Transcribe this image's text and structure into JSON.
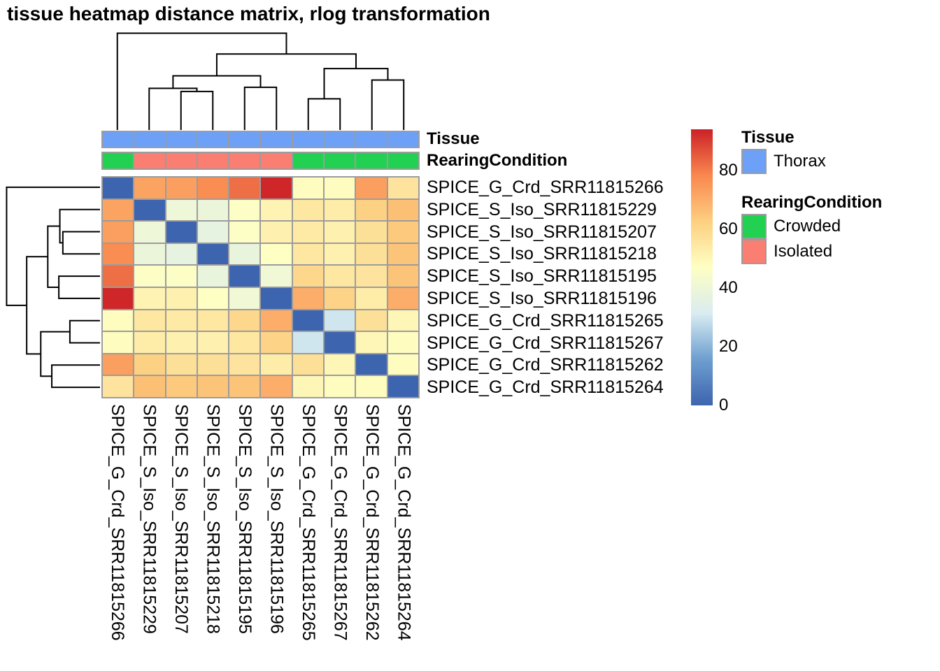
{
  "title": "tissue heatmap distance matrix, rlog transformation",
  "chart_data": {
    "type": "heatmap",
    "title": "tissue heatmap distance matrix, rlog transformation",
    "samples": [
      "SPICE_G_Crd_SRR11815266",
      "SPICE_S_Iso_SRR11815229",
      "SPICE_S_Iso_SRR11815207",
      "SPICE_S_Iso_SRR11815218",
      "SPICE_S_Iso_SRR11815195",
      "SPICE_S_Iso_SRR11815196",
      "SPICE_G_Crd_SRR11815265",
      "SPICE_G_Crd_SRR11815267",
      "SPICE_G_Crd_SRR11815262",
      "SPICE_G_Crd_SRR11815264"
    ],
    "matrix": [
      [
        0,
        72,
        73,
        77,
        82,
        93,
        48,
        48,
        73,
        56
      ],
      [
        72,
        0,
        40,
        39,
        46,
        51,
        55,
        53,
        62,
        66
      ],
      [
        73,
        40,
        0,
        37,
        46,
        52,
        54,
        52,
        57,
        64
      ],
      [
        77,
        39,
        37,
        0,
        38,
        47,
        55,
        52,
        57,
        65
      ],
      [
        82,
        46,
        46,
        38,
        0,
        41,
        60,
        55,
        56,
        65
      ],
      [
        93,
        51,
        52,
        47,
        41,
        0,
        70,
        61,
        53,
        70
      ],
      [
        48,
        55,
        54,
        55,
        60,
        70,
        0,
        30,
        57,
        50
      ],
      [
        48,
        53,
        52,
        52,
        55,
        61,
        30,
        0,
        50,
        48
      ],
      [
        73,
        62,
        57,
        57,
        56,
        53,
        57,
        50,
        0,
        48
      ],
      [
        56,
        66,
        64,
        65,
        65,
        70,
        50,
        48,
        48,
        0
      ]
    ],
    "scale": {
      "min": 0,
      "max": 94,
      "ticks": [
        0,
        20,
        40,
        60,
        80
      ]
    },
    "colormap": [
      {
        "pos": 0.0,
        "color": "#3d64ae"
      },
      {
        "pos": 0.167,
        "color": "#6e9fd0"
      },
      {
        "pos": 0.333,
        "color": "#d9ecf1"
      },
      {
        "pos": 0.5,
        "color": "#feffc3"
      },
      {
        "pos": 0.667,
        "color": "#fdcf80"
      },
      {
        "pos": 0.833,
        "color": "#f9874e"
      },
      {
        "pos": 1.0,
        "color": "#cc2127"
      }
    ],
    "row_annotations": {
      "Tissue": [
        "Thorax",
        "Thorax",
        "Thorax",
        "Thorax",
        "Thorax",
        "Thorax",
        "Thorax",
        "Thorax",
        "Thorax",
        "Thorax"
      ],
      "RearingCondition": [
        "Crowded",
        "Isolated",
        "Isolated",
        "Isolated",
        "Isolated",
        "Isolated",
        "Crowded",
        "Crowded",
        "Crowded",
        "Crowded"
      ]
    },
    "annotation_colors": {
      "Thorax": "#6da0f7",
      "Crowded": "#22d151",
      "Isolated": "#fa7e72"
    },
    "dendrogram": {
      "max_height": 94,
      "merges": [
        {
          "a": "L2",
          "b": "L3",
          "h": 37
        },
        {
          "a": "L1",
          "b": "M0",
          "h": 40
        },
        {
          "a": "L4",
          "b": "L5",
          "h": 41
        },
        {
          "a": "M1",
          "b": "M2",
          "h": 52
        },
        {
          "a": "L6",
          "b": "L7",
          "h": 30
        },
        {
          "a": "L8",
          "b": "L9",
          "h": 48
        },
        {
          "a": "M4",
          "b": "M5",
          "h": 59
        },
        {
          "a": "M3",
          "b": "M6",
          "h": 73
        },
        {
          "a": "L0",
          "b": "M7",
          "h": 93
        }
      ]
    }
  },
  "annotation_tracks": {
    "tissue_label": "Tissue",
    "rearing_label": "RearingCondition"
  },
  "legend": {
    "tissue_title": "Tissue",
    "tissue_entries": [
      {
        "label": "Thorax",
        "color": "#6da0f7"
      }
    ],
    "rearing_title": "RearingCondition",
    "rearing_entries": [
      {
        "label": "Crowded",
        "color": "#22d151"
      },
      {
        "label": "Isolated",
        "color": "#fa7e72"
      }
    ],
    "colorbar_ticks": [
      80,
      60,
      40,
      20,
      0
    ]
  }
}
